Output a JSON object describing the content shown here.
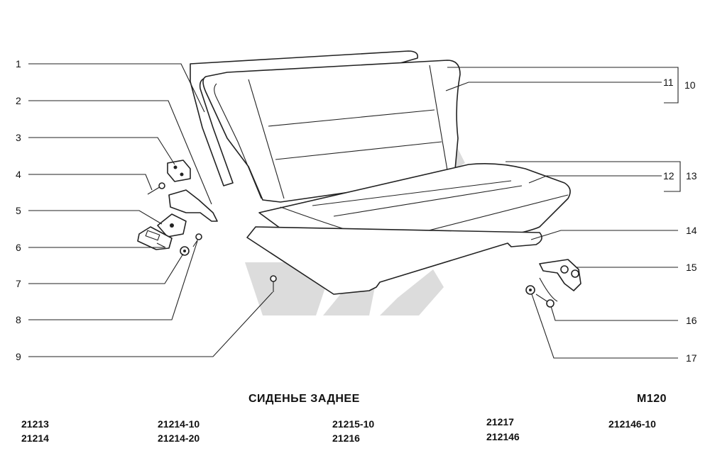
{
  "diagram": {
    "title": "СИДЕНЬЕ ЗАДНЕЕ",
    "code": "M120",
    "callouts": {
      "c1": "1",
      "c2": "2",
      "c3": "3",
      "c4": "4",
      "c5": "5",
      "c6": "6",
      "c7": "7",
      "c8": "8",
      "c9": "9",
      "c10": "10",
      "c11": "11",
      "c12": "12",
      "c13": "13",
      "c14": "14",
      "c15": "15",
      "c16": "16",
      "c17": "17"
    }
  },
  "models": {
    "col1": [
      "21213",
      "21214"
    ],
    "col2": [
      "21214-10",
      "21214-20"
    ],
    "col3": [
      "21215-10",
      "21216"
    ],
    "col4": [
      "21217",
      "212146"
    ],
    "col5": [
      "212146-10"
    ]
  }
}
